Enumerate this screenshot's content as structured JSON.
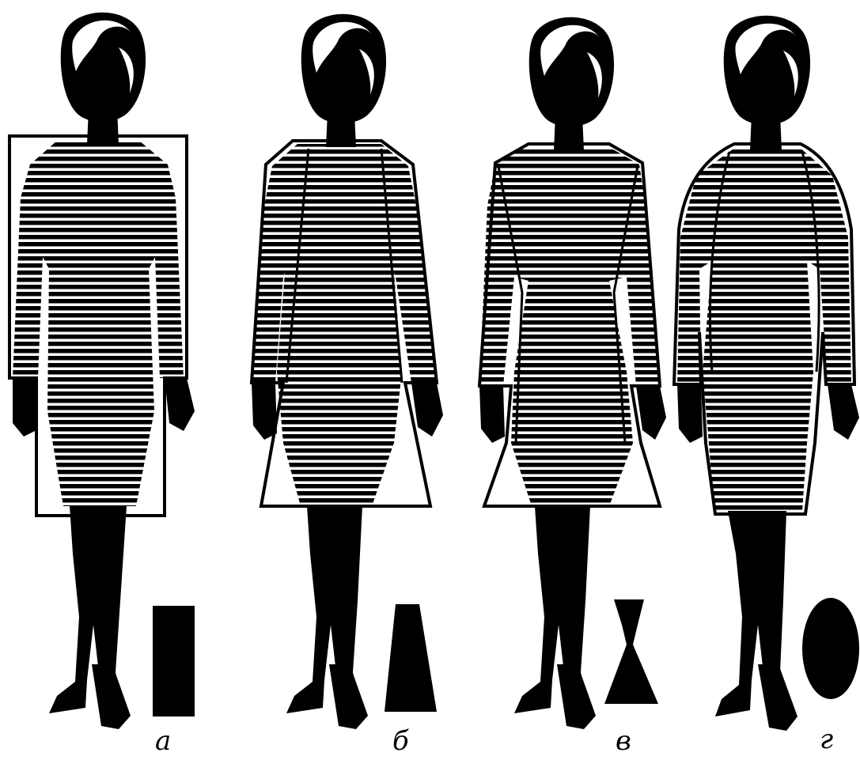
{
  "figures": [
    {
      "id": "a",
      "label": "а",
      "silhouette": "rectangle"
    },
    {
      "id": "b",
      "label": "б",
      "silhouette": "trapezoid"
    },
    {
      "id": "c",
      "label": "в",
      "silhouette": "hourglass"
    },
    {
      "id": "d",
      "label": "г",
      "silhouette": "oval"
    }
  ],
  "colors": {
    "ink": "#000000",
    "paper": "#ffffff"
  }
}
